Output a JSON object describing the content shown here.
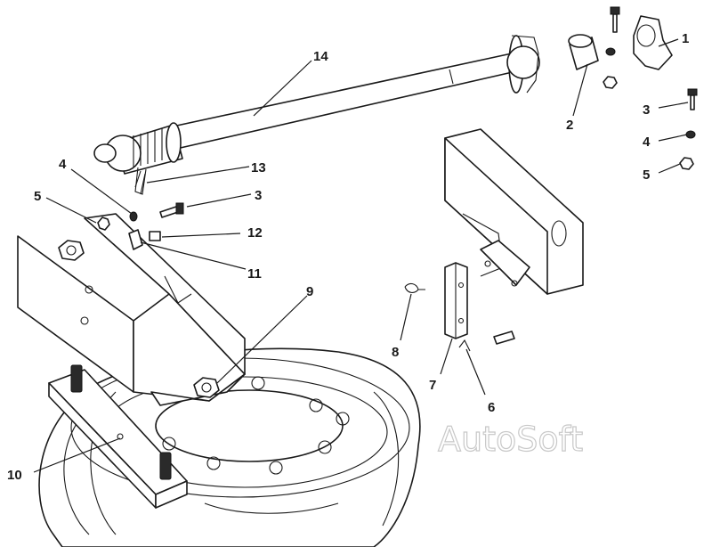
{
  "callouts": {
    "c1": "1",
    "c2": "2",
    "c3a": "3",
    "c3b": "3",
    "c4a": "4",
    "c4b": "4",
    "c5a": "5",
    "c5b": "5",
    "c6": "6",
    "c7": "7",
    "c8": "8",
    "c9": "9",
    "c10": "10",
    "c11": "11",
    "c12": "12",
    "c13": "13",
    "c14": "14"
  },
  "watermark": "AutoSoft",
  "colors": {
    "line": "#1a1a1a",
    "paper": "#ffffff",
    "watermark": "#c8c8c8"
  }
}
